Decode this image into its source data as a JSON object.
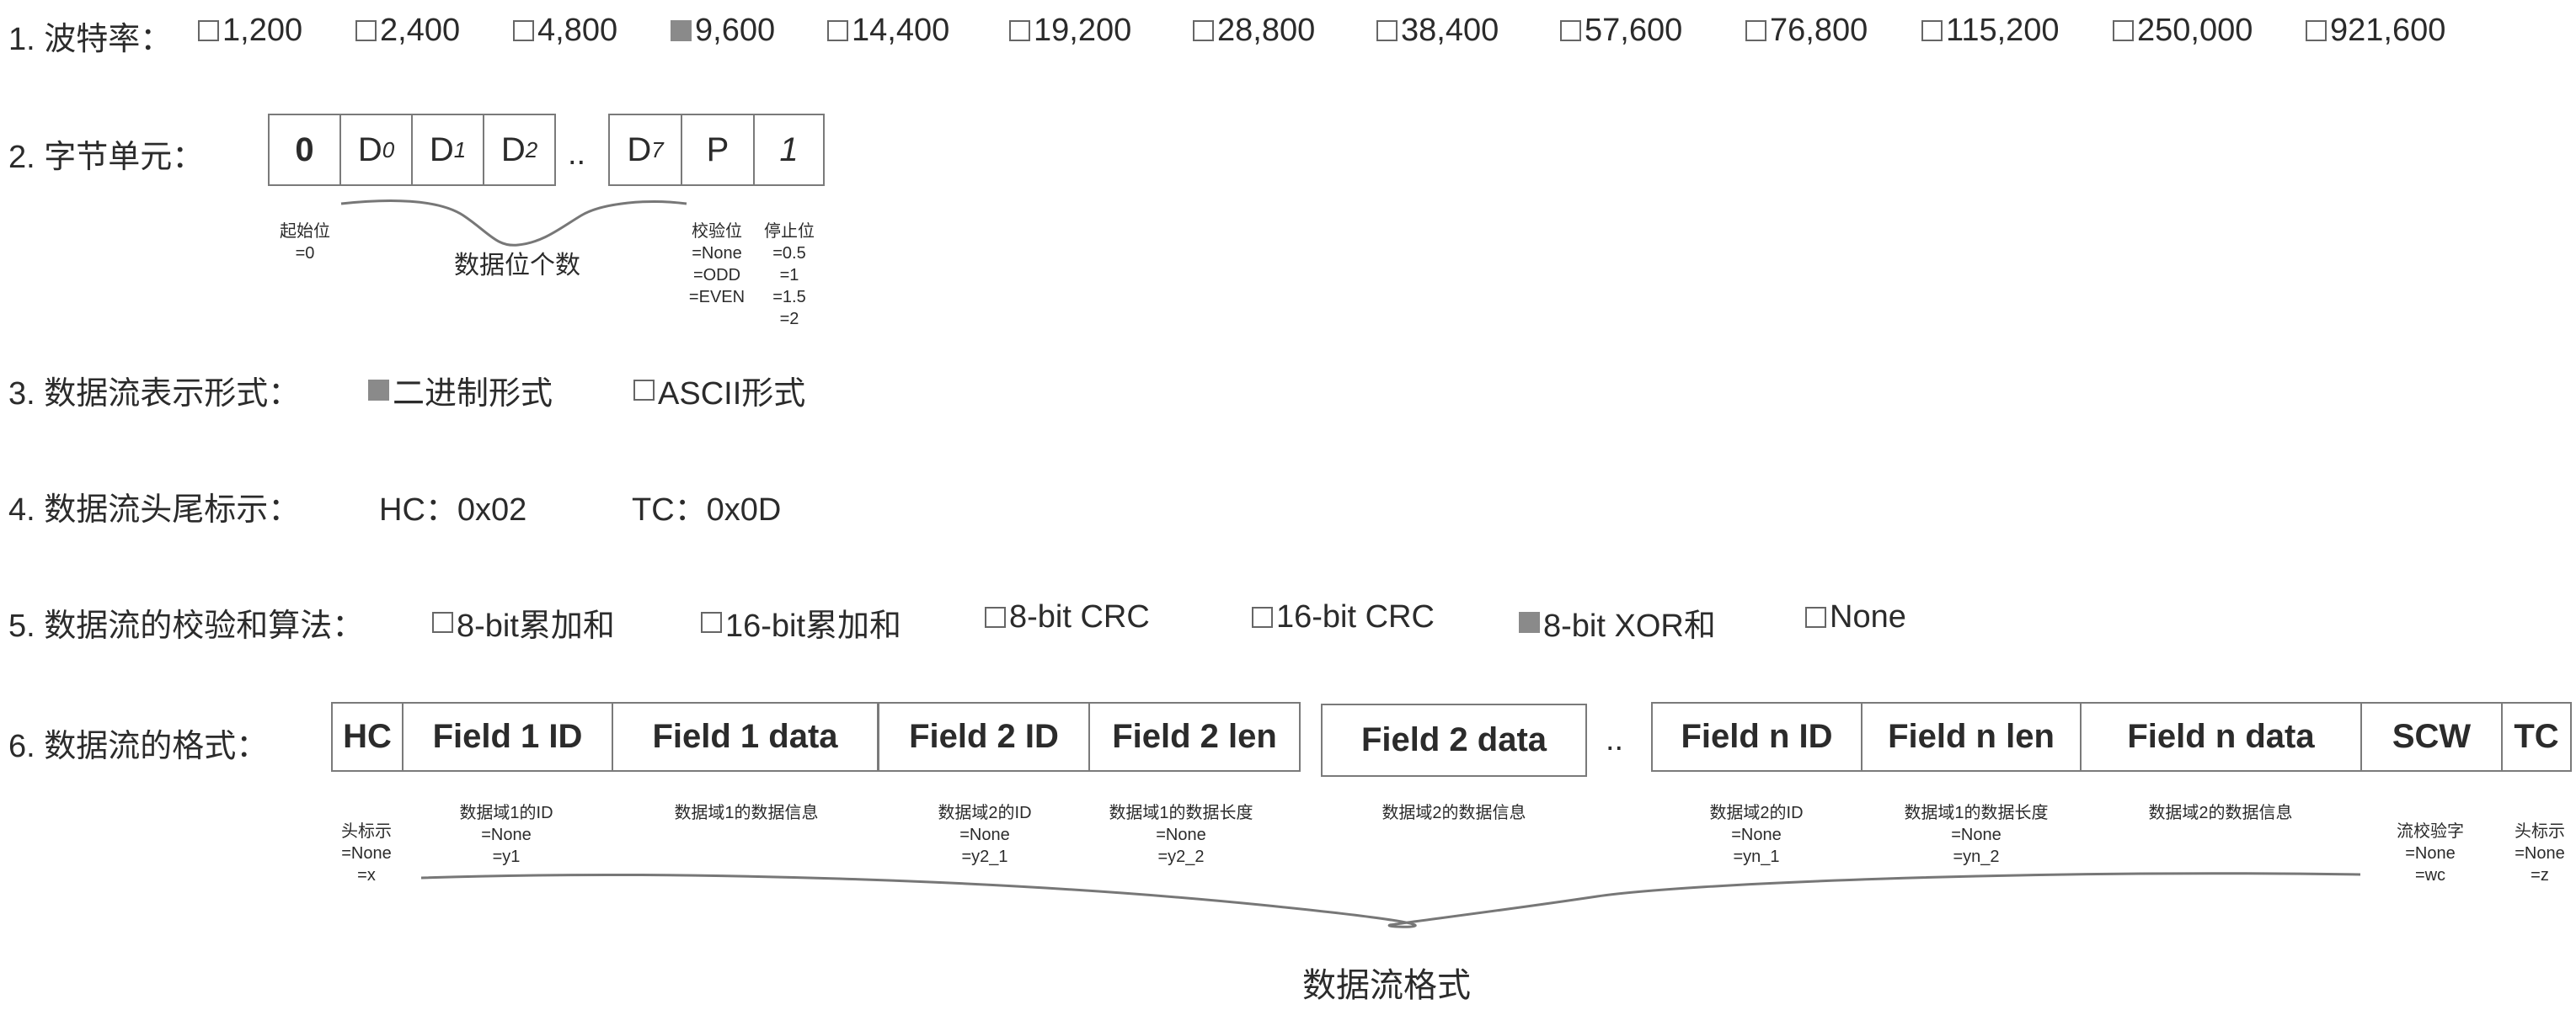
{
  "colors": {
    "text": "#2b2b2b",
    "border": "#7a7a7a",
    "checked": "#8a8a8a"
  },
  "row1": {
    "label": "1. 波特率：",
    "options": [
      {
        "label": "1,200",
        "checked": false
      },
      {
        "label": "2,400",
        "checked": false
      },
      {
        "label": "4,800",
        "checked": false
      },
      {
        "label": "9,600",
        "checked": true
      },
      {
        "label": "14,400",
        "checked": false
      },
      {
        "label": "19,200",
        "checked": false
      },
      {
        "label": "28,800",
        "checked": false
      },
      {
        "label": "38,400",
        "checked": false
      },
      {
        "label": "57,600",
        "checked": false
      },
      {
        "label": "76,800",
        "checked": false
      },
      {
        "label": "115,200",
        "checked": false
      },
      {
        "label": "250,000",
        "checked": false
      },
      {
        "label": "921,600",
        "checked": false
      }
    ]
  },
  "row2": {
    "label": "2. 字节单元：",
    "start_bit": "0",
    "d_prefix": "D",
    "d0": "0",
    "d1": "1",
    "d2": "2",
    "d7": "7",
    "dots": "..",
    "parity": "P",
    "stop": "1",
    "start_note": [
      "起始位",
      "=0"
    ],
    "data_bits_label": "数据位个数",
    "parity_note": [
      "校验位",
      "=None",
      "=ODD",
      "=EVEN"
    ],
    "stop_note": [
      "停止位",
      "=0.5",
      "=1",
      "=1.5",
      "=2"
    ]
  },
  "row3": {
    "label": "3. 数据流表示形式：",
    "options": [
      {
        "label": "二进制形式",
        "checked": true
      },
      {
        "label": "ASCII形式",
        "checked": false
      }
    ]
  },
  "row4": {
    "label": "4. 数据流头尾标示：",
    "hc": "HC：0x02",
    "tc": "TC：0x0D"
  },
  "row5": {
    "label": "5. 数据流的校验和算法：",
    "options": [
      {
        "label": "8-bit累加和",
        "checked": false
      },
      {
        "label": "16-bit累加和",
        "checked": false
      },
      {
        "label": "8-bit CRC",
        "checked": false
      },
      {
        "label": "16-bit CRC",
        "checked": false
      },
      {
        "label": "8-bit XOR和",
        "checked": true
      },
      {
        "label": "None",
        "checked": false
      }
    ]
  },
  "row6": {
    "label": "6. 数据流的格式：",
    "fields": [
      "HC",
      "Field 1 ID",
      "Field 1 data",
      "Field 2 ID",
      "Field 2 len",
      "Field 2 data",
      "Field n ID",
      "Field n len",
      "Field n data",
      "SCW",
      "TC"
    ],
    "dots": "..",
    "notes": [
      [
        "头标示",
        "=None",
        "=x"
      ],
      [
        "数据域1的ID",
        "=None",
        "=y1"
      ],
      [
        "数据域1的数据信息"
      ],
      [
        "数据域2的ID",
        "=None",
        "=y2_1"
      ],
      [
        "数据域1的数据长度",
        "=None",
        "=y2_2"
      ],
      [
        "数据域2的数据信息"
      ],
      [
        "数据域2的ID",
        "=None",
        "=yn_1"
      ],
      [
        "数据域1的数据长度",
        "=None",
        "=yn_2"
      ],
      [
        "数据域2的数据信息"
      ],
      [
        "流校验字",
        "=None",
        "=wc"
      ],
      [
        "头标示",
        "=None",
        "=z"
      ]
    ],
    "caption": "数据流格式"
  }
}
